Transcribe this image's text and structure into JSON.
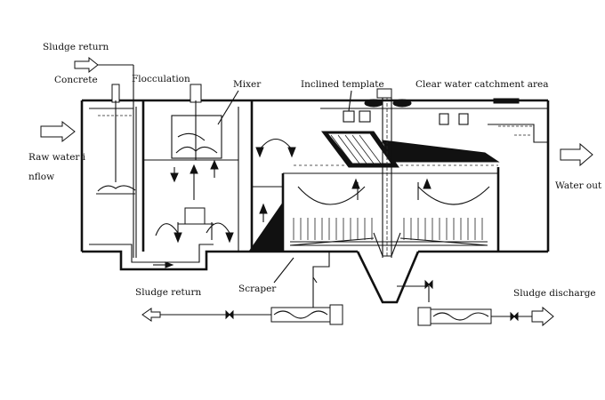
{
  "labels": {
    "sludge_return_top": "Sludge return",
    "concrete": "Concrete",
    "flocculation": "Flocculation",
    "mixer": "Mixer",
    "inclined_template": "Inclined template",
    "clear_water_area": "Clear water catchment area",
    "raw_water_line1": "Raw water i",
    "raw_water_line2": "nflow",
    "water_out": "Water out",
    "sludge_return_bottom": "Sludge return",
    "scraper": "Scraper",
    "sludge_discharge": "Sludge discharge"
  },
  "icons": {
    "flow_arrow": "hollow-arrow-icon",
    "valve": "valve-icon",
    "pump": "screw-pump-icon"
  }
}
